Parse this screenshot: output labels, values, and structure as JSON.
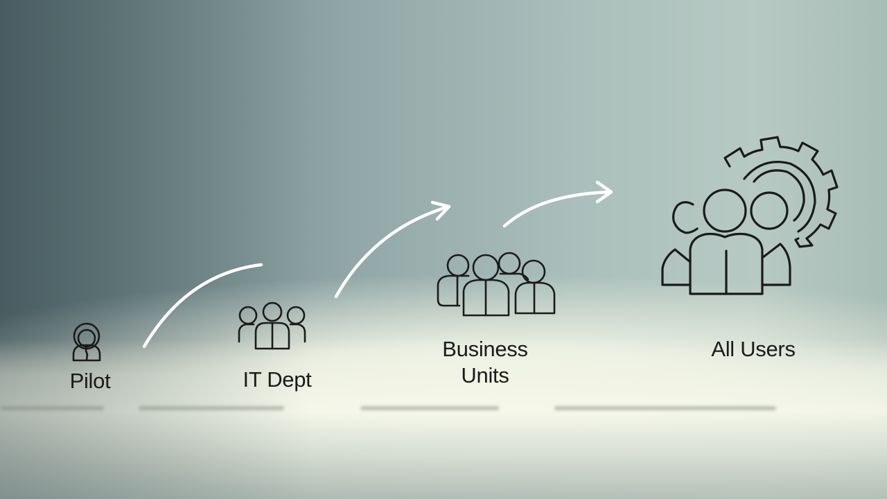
{
  "diagram": {
    "type": "staged-rollout",
    "stages": [
      {
        "label": "Pilot",
        "icon": "single-user-headset-icon"
      },
      {
        "label": "IT Dept",
        "icon": "user-group-3-icon"
      },
      {
        "label_line1": "Business",
        "label_line2": "Units",
        "icon": "user-group-4-icon"
      },
      {
        "label": "All Users",
        "icon": "users-with-gear-icon"
      }
    ],
    "connectors": [
      {
        "from": "Pilot",
        "to": "IT Dept",
        "style": "curved-line"
      },
      {
        "from": "IT Dept",
        "to": "Business Units",
        "style": "curved-arrow"
      },
      {
        "from": "Business Units",
        "to": "All Users",
        "style": "curved-arrow"
      }
    ],
    "colors": {
      "background_left": "#4f6468",
      "background_right": "#b7c9c3",
      "floor_highlight": "#f6f8e8",
      "icon_stroke": "#1a1a1a",
      "arrow_stroke": "#ffffff",
      "text": "#1a1a1a"
    }
  }
}
